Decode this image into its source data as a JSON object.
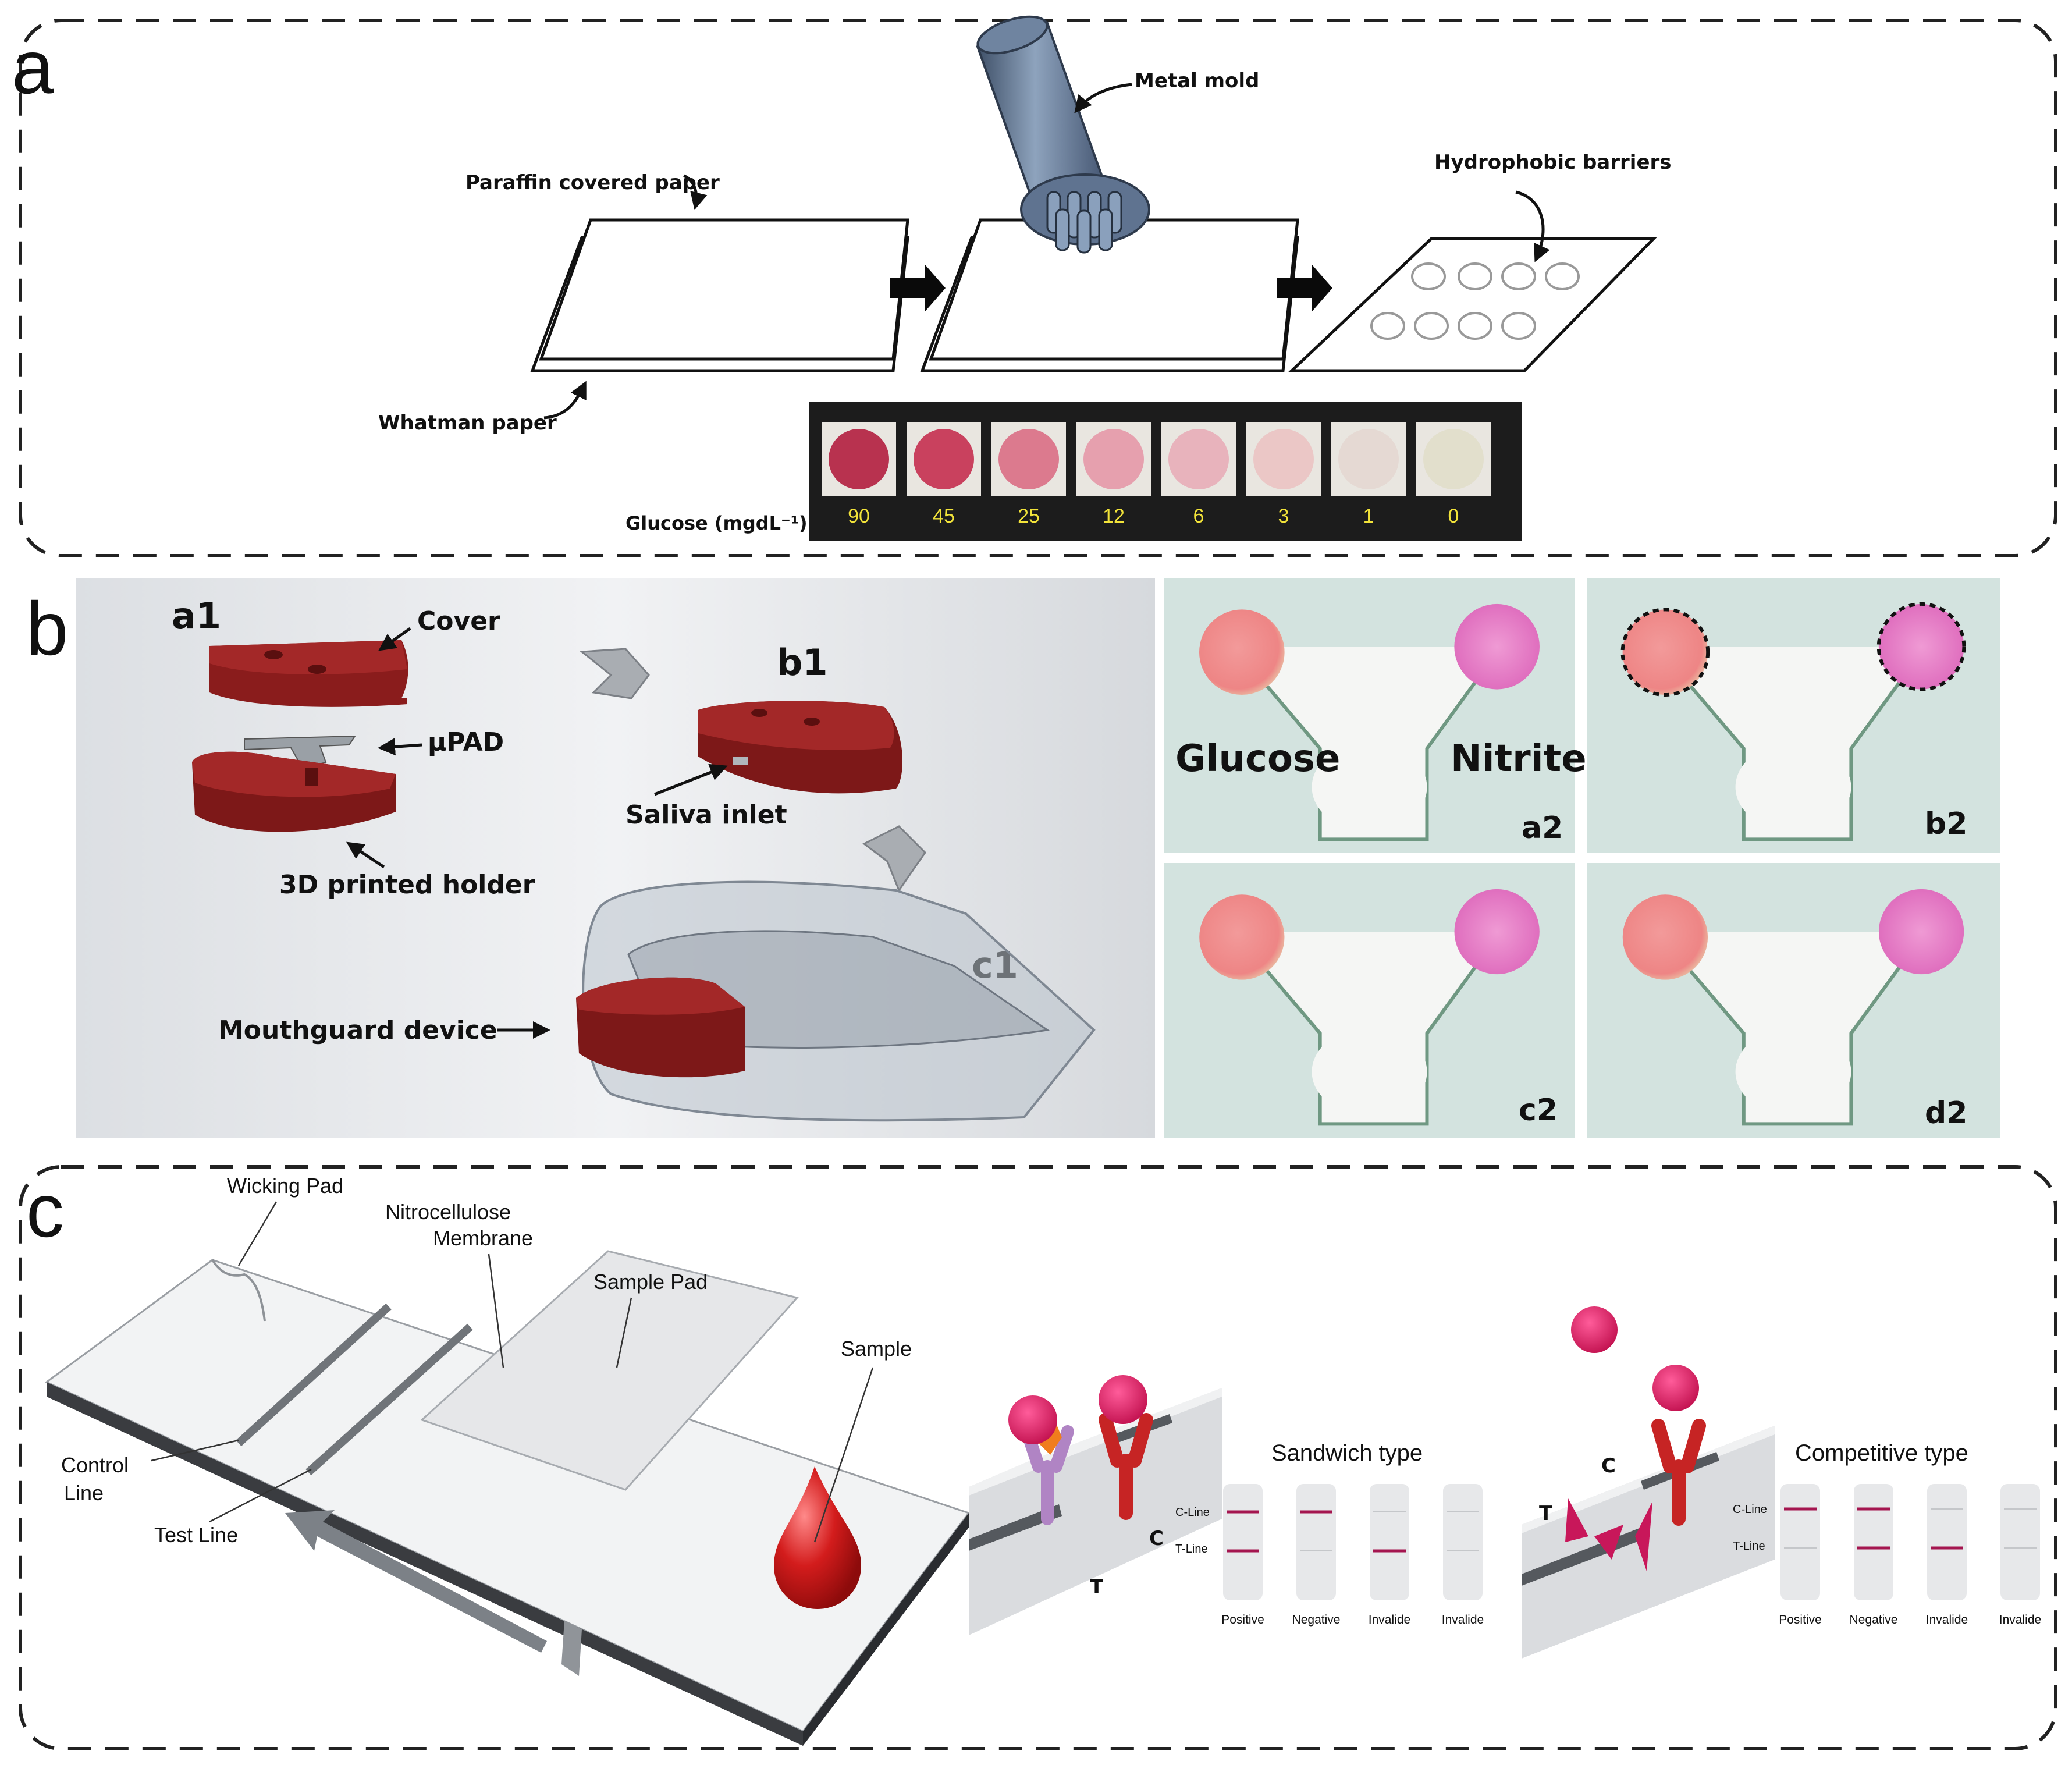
{
  "panels": {
    "a": "a",
    "b": "b",
    "c": "c"
  },
  "panel_a": {
    "paraffin_label": "Paraffin covered paper",
    "whatman_label": "Whatman paper",
    "metal_mold_label": "Metal mold",
    "hydrophobic_label": "Hydrophobic barriers",
    "glucose_axis_label": "Glucose (mgdL⁻¹)",
    "glucose_values": [
      "90",
      "45",
      "25",
      "12",
      "6",
      "3",
      "1",
      "0"
    ],
    "spot_colors": [
      "#b8324f",
      "#c9415e",
      "#dc7a8e",
      "#e6a0ae",
      "#e8b3bc",
      "#ebc7c6",
      "#e5d9d3",
      "#e2dfcc"
    ]
  },
  "panel_b": {
    "a1": "a1",
    "b1": "b1",
    "c1": "c1",
    "cover_label": "Cover",
    "upad_label": "μPAD",
    "holder_label": "3D printed holder",
    "saliva_inlet_label": "Saliva inlet",
    "mouthguard_label": "Mouthguard device",
    "glucose_label": "Glucose",
    "nitrite_label": "Nitrite",
    "sub_a2": "a2",
    "sub_b2": "b2",
    "sub_c2": "c2",
    "sub_d2": "d2"
  },
  "panel_c": {
    "wicking_pad": "Wicking Pad",
    "nitrocellulose_line1": "Nitrocellulose",
    "nitrocellulose_line2": "Membrane",
    "sample_pad": "Sample Pad",
    "sample": "Sample",
    "control_line_1": "Control",
    "control_line_2": "Line",
    "test_line": "Test Line",
    "sandwich_title": "Sandwich type",
    "competitive_title": "Competitive type",
    "c_line": "C-Line",
    "t_line": "T-Line",
    "marker_c": "C",
    "marker_t": "T",
    "strip_results": [
      "Positive",
      "Negative",
      "Invalide",
      "Invalide"
    ]
  }
}
